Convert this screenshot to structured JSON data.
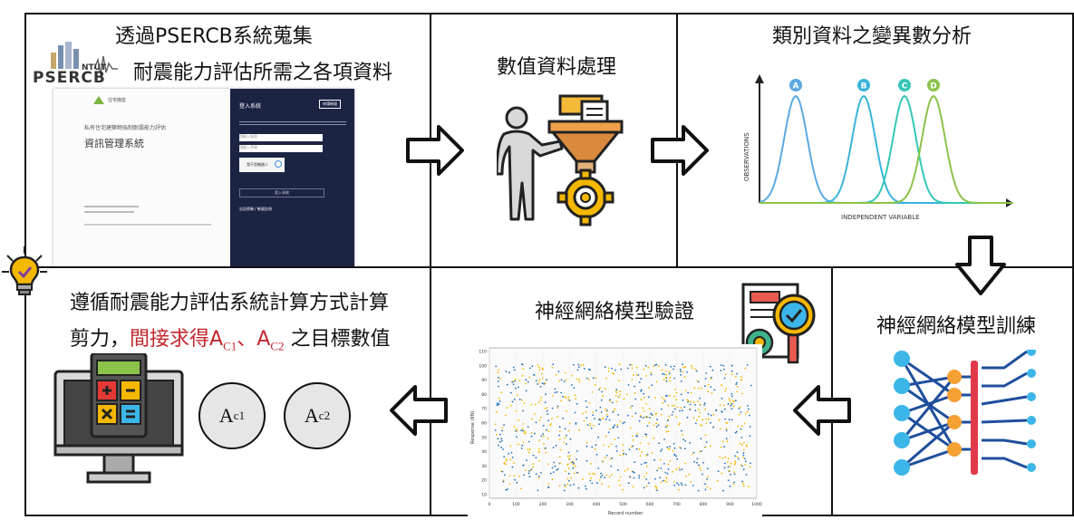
{
  "panel1": {
    "title_line1": "透過PSERCB系統蒐集",
    "title_line2": "耐震能力評估所需之各項資料",
    "logo_text": "PSERCB",
    "logo_small": "NTUT",
    "screenshot": {
      "brand": "住宅機能",
      "subtitle": "私有住宅建築物強制耐震能力評估",
      "main_title": "資訊管理系統",
      "login_title": "登入系統",
      "register_btn": "申請帳號",
      "account_placeholder": "請輸入帳號",
      "password_placeholder": "請輸入密碼",
      "captcha": "我不是機器人",
      "login_btn": "登入系統",
      "forgot": "忘記密碼 / 帳號註冊"
    }
  },
  "panel2": {
    "title": "數值資料處理"
  },
  "panel3": {
    "title": "類別資料之變異數分析",
    "ylabel": "OBSERVATIONS",
    "xlabel": "INDEPENDENT VARIABLE",
    "groups": [
      "A",
      "B",
      "C",
      "D"
    ],
    "colors": [
      "#5ba9e0",
      "#39b4da",
      "#35c7b8",
      "#8bc34a"
    ]
  },
  "panel4": {
    "title": "神經網絡模型訓練"
  },
  "panel5": {
    "title": "神經網絡模型驗證",
    "xlabel": "Record number",
    "ylabel": "Response (KN)",
    "xticks": [
      "0",
      "100",
      "200",
      "300",
      "400",
      "500",
      "600",
      "700",
      "800",
      "900",
      "1000"
    ],
    "yticks": [
      "10",
      "20",
      "30",
      "40",
      "50",
      "60",
      "70",
      "80",
      "90",
      "100",
      "110"
    ],
    "series_colors": [
      "#f5b800",
      "#1f6fb5"
    ]
  },
  "panel6": {
    "line1": "遵循耐震能力評估系統計算方式計算",
    "line2_prefix": "剪力，",
    "line2_red": "間接求得A",
    "sub1": "C1",
    "sep": "、A",
    "sub2": "C2",
    "line2_suffix": " 之目標數值",
    "circle1_base": "A",
    "circle1_sub": "c1",
    "circle2_base": "A",
    "circle2_sub": "c2"
  }
}
